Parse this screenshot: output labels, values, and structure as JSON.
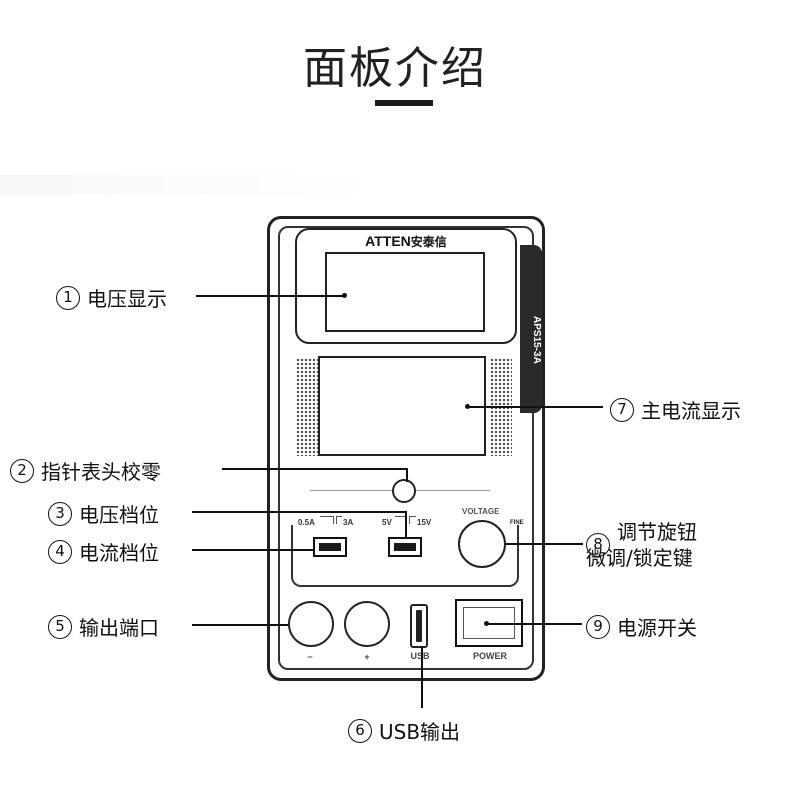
{
  "title": "面板介绍",
  "device": {
    "brand": "ATTEN",
    "brand_cn": "安泰信",
    "model": "APS15-3A",
    "current_range_labels": [
      "0.5A",
      "3A"
    ],
    "voltage_range_labels": [
      "5V",
      "15V"
    ],
    "knob_label": "VOLTAGE",
    "knob_fine_label": "FINE",
    "terminal_minus": "−",
    "terminal_plus": "+",
    "usb_label": "USB",
    "power_label": "POWER"
  },
  "callouts": [
    {
      "num": "1",
      "text": "电压显示"
    },
    {
      "num": "2",
      "text": "指针表头校零"
    },
    {
      "num": "3",
      "text": "电压档位"
    },
    {
      "num": "4",
      "text": "电流档位"
    },
    {
      "num": "5",
      "text": "输出端口"
    },
    {
      "num": "6",
      "text": "USB输出"
    },
    {
      "num": "7",
      "text": "主电流显示"
    },
    {
      "num": "8",
      "text_line1": "调节旋钮",
      "text_line2": "微调/锁定键"
    },
    {
      "num": "9",
      "text": "电源开关"
    }
  ]
}
